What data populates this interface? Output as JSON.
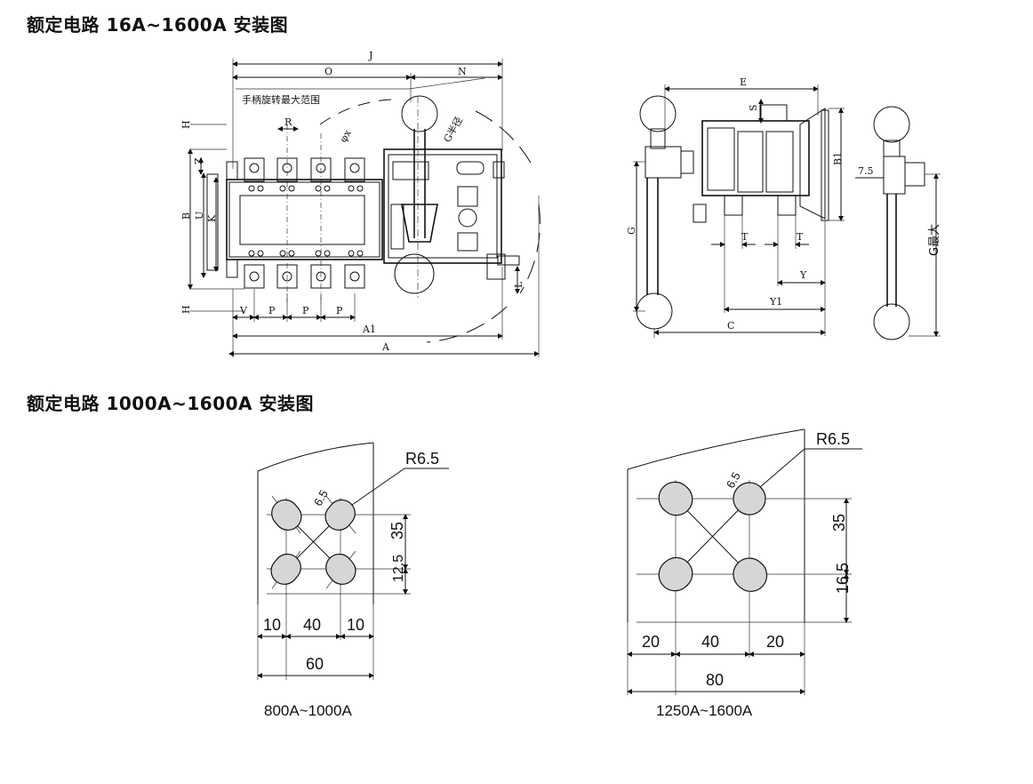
{
  "headings": {
    "top": "额定电路 16A~1600A 安装图",
    "bottom": "额定电路 1000A~1600A 安装图"
  },
  "front_view": {
    "dims_top": [
      "J",
      "O",
      "N"
    ],
    "handle_range_note": "手柄旋转最大范围",
    "handle_radius": "G半径",
    "pitch_top": "R",
    "phi": "φx",
    "dims_left": [
      "H",
      "Z",
      "B",
      "U",
      "K",
      "H"
    ],
    "dims_bottom": [
      "V",
      "P",
      "P",
      "P",
      "A1",
      "A"
    ],
    "dim_right": "L"
  },
  "side_view": {
    "dims": [
      "E",
      "S",
      "B1",
      "G",
      "T",
      "T",
      "Y",
      "Y1",
      "C"
    ]
  },
  "handle_view": {
    "dims": [
      "7.5",
      "G最大"
    ]
  },
  "hole_800": {
    "caption": "800A~1000A",
    "radius": "R6.5",
    "slot": "6.5",
    "v1": "35",
    "v2": "12.5",
    "h1": "10",
    "h2": "40",
    "h3": "10",
    "total": "60"
  },
  "hole_1250": {
    "caption": "1250A~1600A",
    "radius": "R6.5",
    "slot": "6.5",
    "v1": "35",
    "v2": "16.5",
    "h1": "20",
    "h2": "40",
    "h3": "20",
    "total": "80"
  }
}
